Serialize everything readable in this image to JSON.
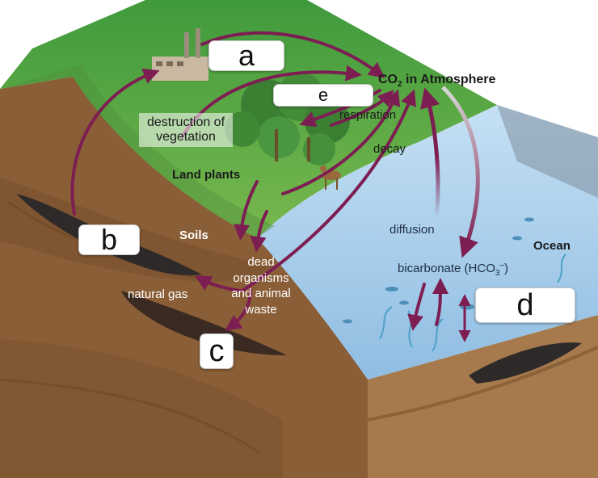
{
  "labels": {
    "co2_prefix": "CO",
    "co2_sub": "2",
    "co2_suffix": " in Atmosphere",
    "destruction_line1": "destruction of",
    "destruction_line2": "vegetation",
    "respiration": "respiration",
    "decay": "decay",
    "land_plants": "Land plants",
    "soils": "Soils",
    "dead_line1": "dead",
    "dead_line2": "organisms",
    "dead_line3": "and animal",
    "dead_line4": "waste",
    "natural_gas": "natural gas",
    "diffusion": "diffusion",
    "ocean": "Ocean",
    "bicarbonate_prefix": "bicarbonate (HCO",
    "bicarbonate_sub": "3",
    "bicarbonate_sup": "–",
    "bicarbonate_suffix": ")"
  },
  "answer_boxes": {
    "a": "a",
    "b": "b",
    "c": "c",
    "d": "d",
    "e": "e"
  },
  "colors": {
    "arrow": "#7d1e52",
    "grass": "#5aa447",
    "soil": "#8a5e36",
    "ocean": "#a9cde9",
    "fossil": "#2e2a2a"
  }
}
